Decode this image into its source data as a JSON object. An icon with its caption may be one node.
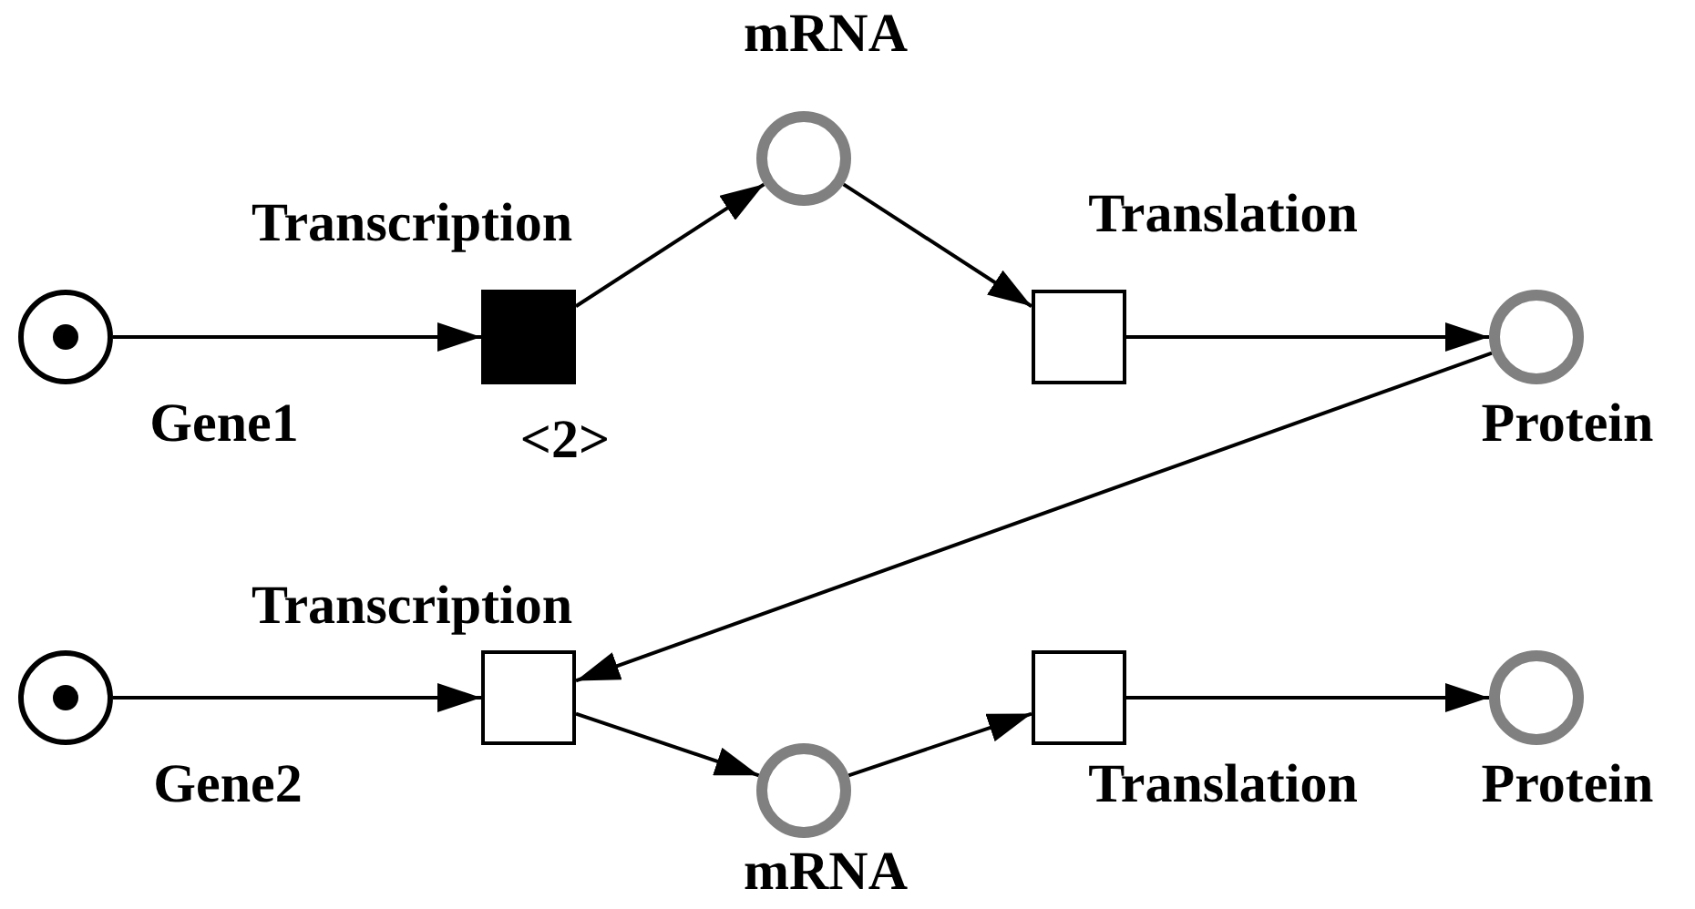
{
  "diagram": {
    "nodes": [
      {
        "text": [
          "Gene1"
        ]
      },
      {
        "text": [
          "Transcription"
        ],
        "beside": [
          "<2>"
        ]
      },
      {
        "text": [
          "mRNA"
        ]
      },
      {
        "text": [
          "Translation"
        ]
      },
      {
        "text": [
          "Protein"
        ]
      },
      {
        "text": [
          "Gene2"
        ]
      },
      {
        "text": [
          "Transcription"
        ]
      },
      {
        "text": [
          "mRNA"
        ]
      },
      {
        "text": [
          "Translation"
        ]
      },
      {
        "text": [
          "Protein"
        ]
      }
    ],
    "edges": [
      {
        "from": 0,
        "to": 1,
        "arrow": "to"
      },
      {
        "from": 1,
        "to": 2,
        "arrow": "to"
      },
      {
        "from": 2,
        "to": 3,
        "arrow": "to"
      },
      {
        "from": 3,
        "to": 4,
        "arrow": "to"
      },
      {
        "from": 4,
        "to": 6,
        "arrow": "to"
      },
      {
        "from": 5,
        "to": 6,
        "arrow": "to"
      },
      {
        "from": 6,
        "to": 7,
        "arrow": "to"
      },
      {
        "from": 7,
        "to": 8,
        "arrow": "to"
      },
      {
        "from": 8,
        "to": 9,
        "arrow": "to"
      }
    ]
  }
}
